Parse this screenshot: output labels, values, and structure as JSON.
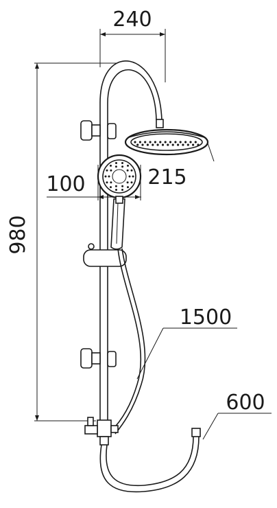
{
  "dimensions": {
    "head_width": "240",
    "rail_height": "980",
    "handshower_diameter": "100",
    "rainshower_diameter": "215",
    "hose_length": "1500",
    "hose_length_2": "600"
  },
  "icons": {
    "rain_shower": "rain-shower-head-icon",
    "hand_shower": "hand-shower-icon"
  },
  "colors": {
    "line": "#1a1a1a",
    "background": "#ffffff"
  }
}
